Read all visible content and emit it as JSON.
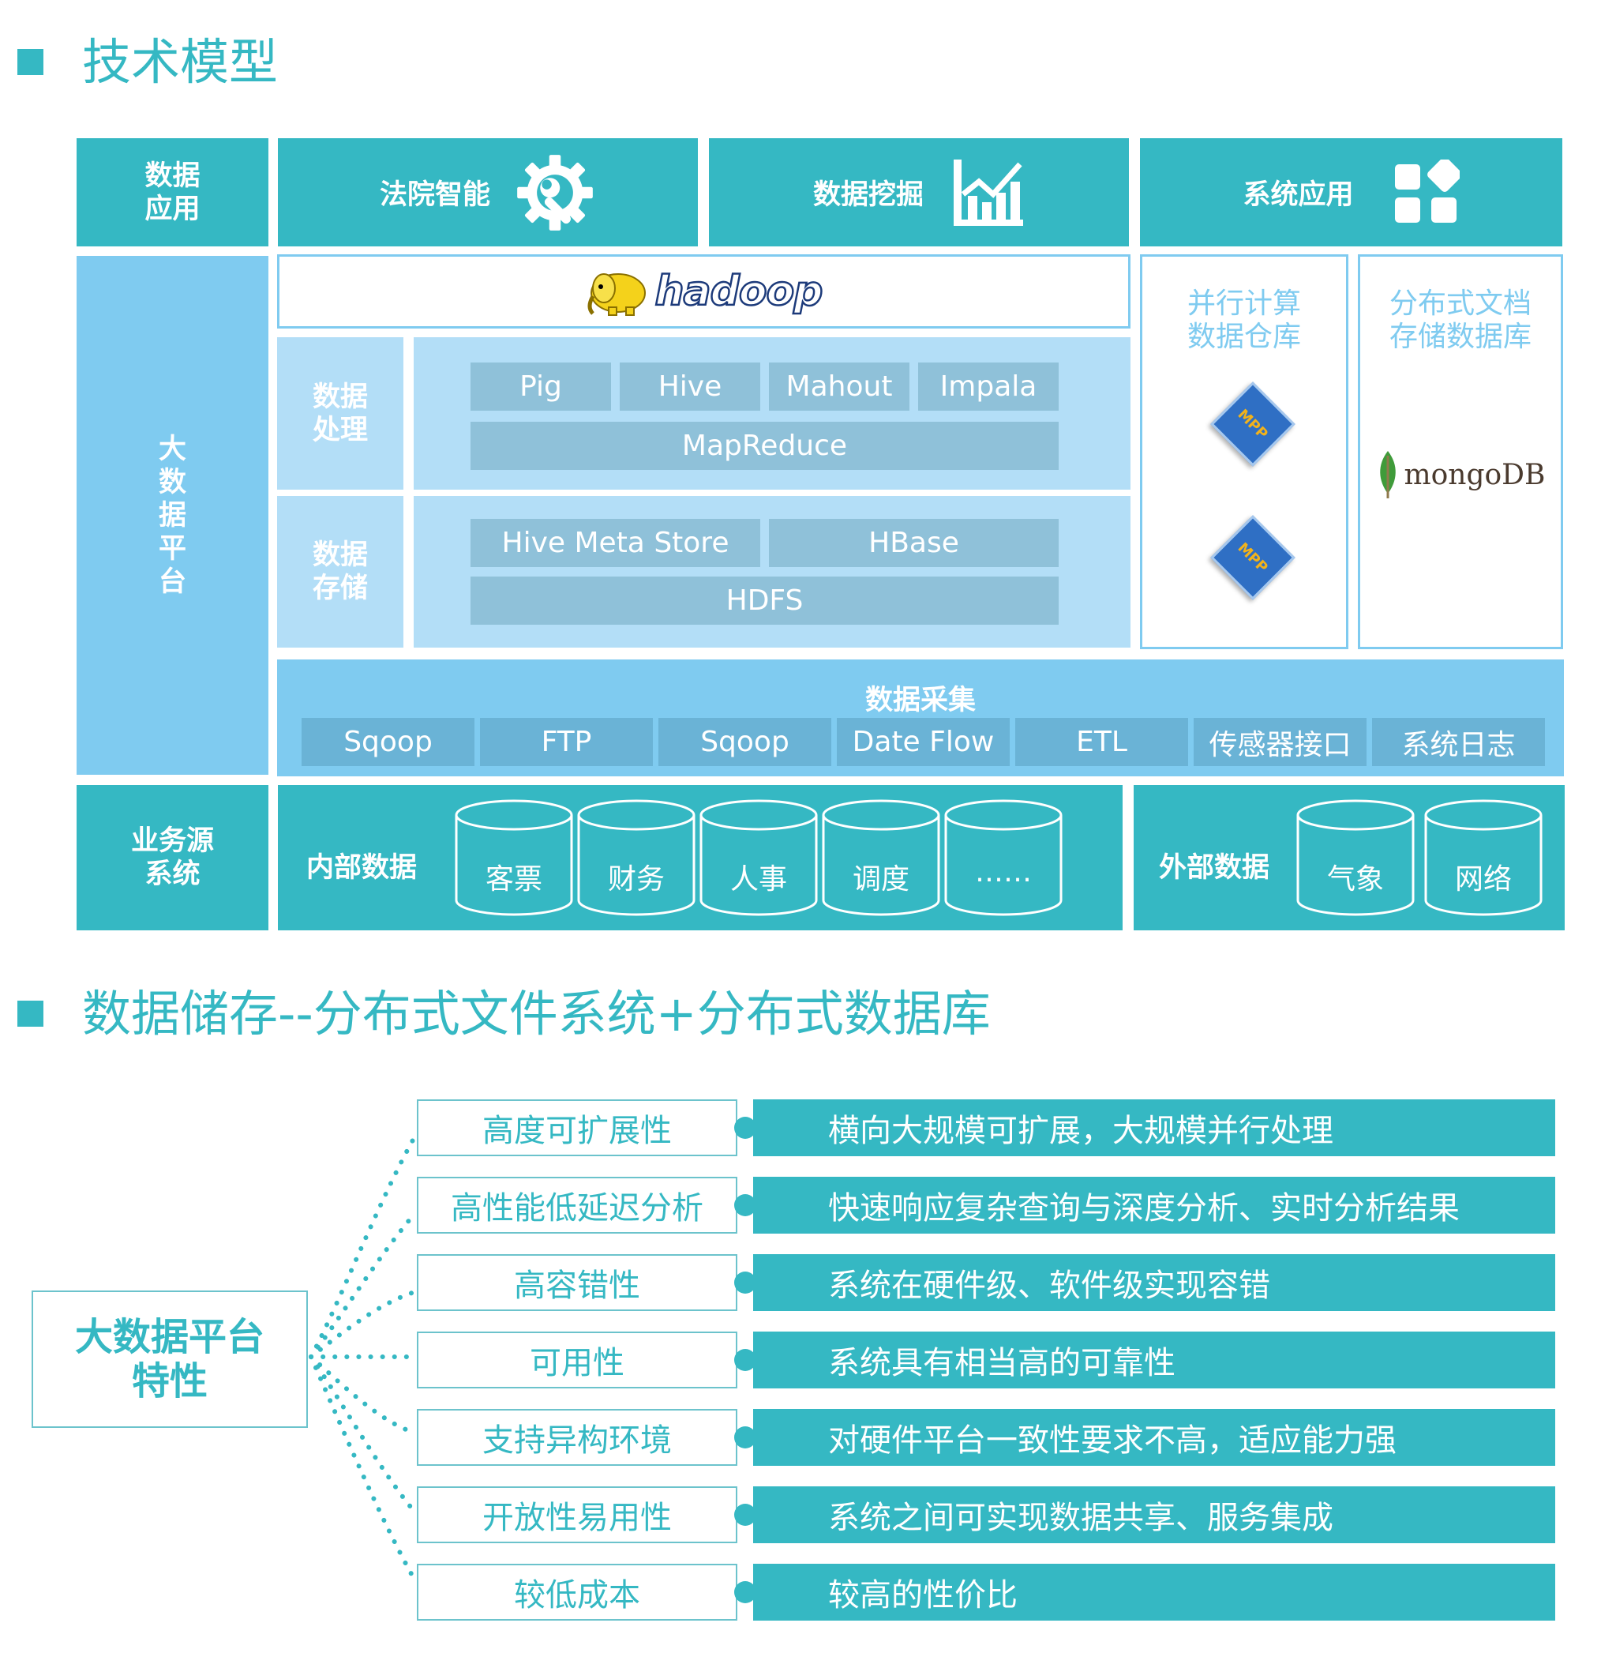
{
  "section1": {
    "title": "技术模型"
  },
  "section2": {
    "title": "数据储存--分布式文件系统+分布式数据库"
  },
  "app_layer": {
    "label": "数据\n应用",
    "items": [
      {
        "label": "法院智能",
        "icon": "gear-wrench-icon"
      },
      {
        "label": "数据挖掘",
        "icon": "chart-icon"
      },
      {
        "label": "系统应用",
        "icon": "app-grid-icon"
      }
    ]
  },
  "platform": {
    "label": "大\n数\n据\n平\n台",
    "hadoop_logo": "hadoop",
    "processing": {
      "label": "数据\n处理",
      "row1": [
        "Pig",
        "Hive",
        "Mahout",
        "Impala"
      ],
      "row2": "MapReduce"
    },
    "storage": {
      "label": "数据\n存储",
      "row1": [
        "Hive Meta Store",
        "HBase"
      ],
      "row2": "HDFS"
    },
    "parallel": {
      "label": "并行计算\n数据仓库",
      "chip": "MPP"
    },
    "document": {
      "label": "分布式文档\n存储数据库",
      "logo": "mongoDB"
    },
    "collection": {
      "label": "数据采集",
      "items": [
        "Sqoop",
        "FTP",
        "Sqoop",
        "Date Flow",
        "ETL",
        "传感器接口",
        "系统日志"
      ]
    }
  },
  "source_layer": {
    "label": "业务源\n系统",
    "internal": {
      "label": "内部数据",
      "items": [
        "客票",
        "财务",
        "人事",
        "调度",
        "……"
      ]
    },
    "external": {
      "label": "外部数据",
      "items": [
        "气象",
        "网络"
      ]
    }
  },
  "features": {
    "center": "大数据平台\n特性",
    "rows": [
      {
        "name": "高度可扩展性",
        "desc": "横向大规模可扩展，大规模并行处理"
      },
      {
        "name": "高性能低延迟分析",
        "desc": "快速响应复杂查询与深度分析、实时分析结果"
      },
      {
        "name": "高容错性",
        "desc": "系统在硬件级、软件级实现容错"
      },
      {
        "name": "可用性",
        "desc": "系统具有相当高的可靠性"
      },
      {
        "name": "支持异构环境",
        "desc": "对硬件平台一致性要求不高，适应能力强"
      },
      {
        "name": "开放性易用性",
        "desc": "系统之间可实现数据共享、服务集成"
      },
      {
        "name": "较低成本",
        "desc": "较高的性价比"
      }
    ]
  },
  "colors": {
    "teal": "#35b8c3",
    "light_blue": "#7fcbf0",
    "pale_blue": "#b3def7",
    "chip": "#8fc1d9"
  }
}
